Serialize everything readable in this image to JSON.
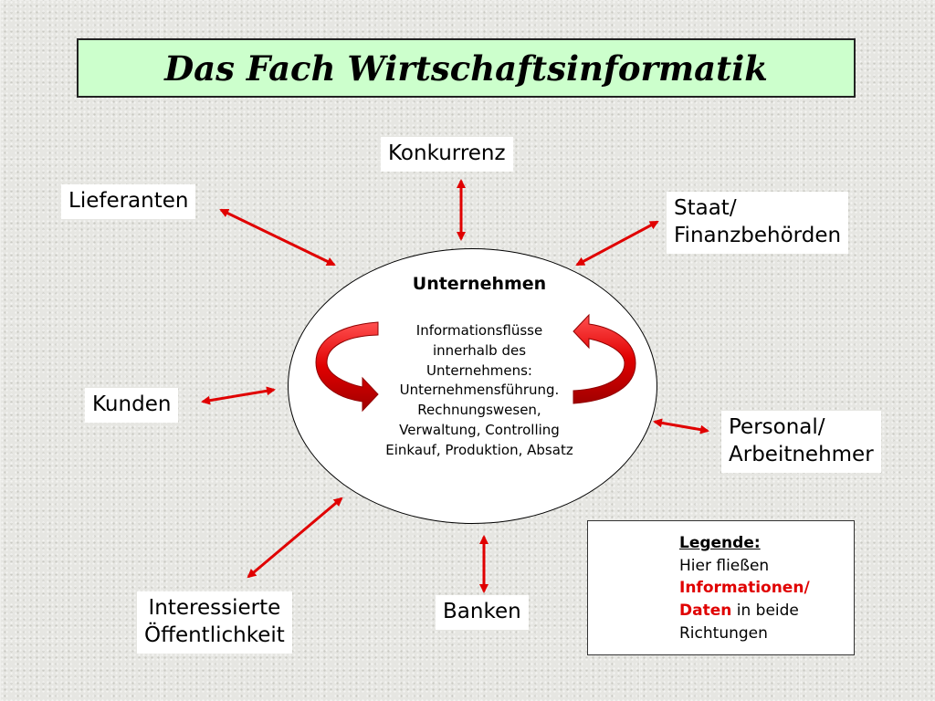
{
  "title": "Das Fach Wirtschaftsinformatik",
  "company": {
    "label": "Unternehmen",
    "description": [
      "Informationsflüsse",
      "innerhalb des",
      "Unternehmens:",
      "Unternehmensführung.",
      "Rechnungswesen,",
      "Verwaltung, Controlling",
      "Einkauf, Produktion, Absatz"
    ]
  },
  "nodes": {
    "konkurrenz": "Konkurrenz",
    "lieferanten": "Lieferanten",
    "staat_line1": "Staat/",
    "staat_line2": "Finanzbehörden",
    "kunden": "Kunden",
    "personal_line1": "Personal/",
    "personal_line2": "Arbeitnehmer",
    "oeffentlichkeit_line1": "Interessierte",
    "oeffentlichkeit_line2": "Öffentlichkeit",
    "banken": "Banken"
  },
  "legend": {
    "title": "Legende:",
    "line1": "Hier fließen",
    "highlight1": "Informationen/",
    "highlight2": "Daten",
    "line3_rest": " in beide",
    "line4": "Richtungen"
  },
  "colors": {
    "arrow": "#e00000",
    "title_background": "#ccffcc",
    "highlight": "#e00000"
  }
}
